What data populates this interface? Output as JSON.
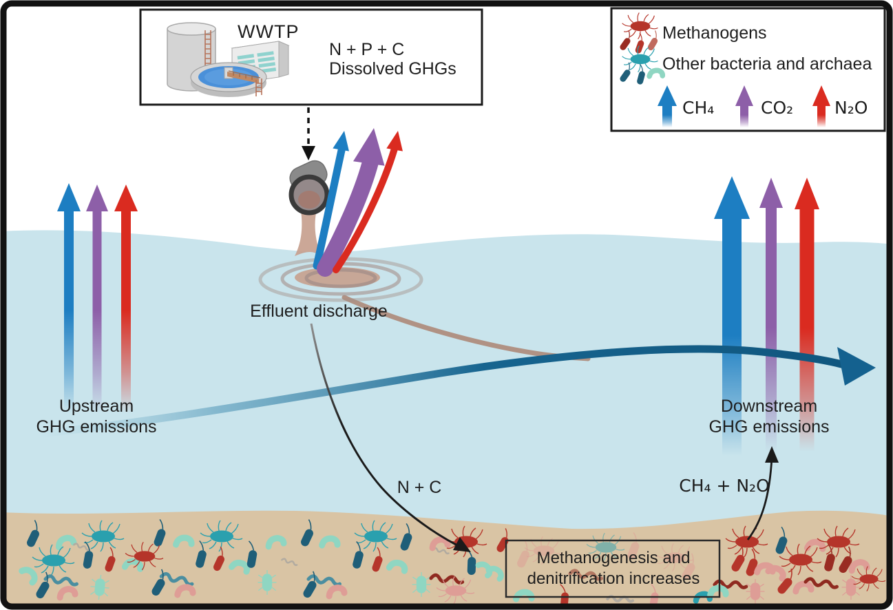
{
  "wwtp_box": {
    "title": "WWTP",
    "line1": "N + P + C",
    "line2": "Dissolved GHGs"
  },
  "legend": {
    "methanogens_label": "Methanogens",
    "other_label": "Other bacteria and archaea",
    "gases": [
      {
        "name": "CH₄",
        "color": "#1d7ec2"
      },
      {
        "name": "CO₂",
        "color": "#8d5fa8"
      },
      {
        "name": "N₂O",
        "color": "#da2b20"
      }
    ]
  },
  "scene_labels": {
    "effluent": "Effluent discharge",
    "upstream_1": "Upstream",
    "upstream_2": "GHG emissions",
    "downstream_1": "Downstream",
    "downstream_2": "GHG emissions",
    "n_c": "N + C",
    "ch4_n2o": "CH₄ + N₂O",
    "box_line1": "Methanogenesis and",
    "box_line2": "denitrification increases"
  },
  "colors": {
    "water": "#c9e4ec",
    "sediment": "#d9c4a4",
    "ch4_blue": "#1d7ec2",
    "co2_purple": "#8d5fa8",
    "n2o_red": "#da2b20",
    "river_flow": "#14618f",
    "effluent_plume": "#ab8472"
  },
  "bacteria_colors": {
    "navy": "#1f5e78",
    "teal": "#2aa0ae",
    "mint": "#8fd6c2",
    "steel": "#4a8ea0",
    "gray": "#b2aba0",
    "red": "#b5352a",
    "dred": "#992c22",
    "pink": "#de9d96",
    "rspiral": "#8f2a20"
  },
  "sediment_bacteria": [
    [
      "rod",
      48,
      782,
      -65,
      1,
      "navy"
    ],
    [
      "bean",
      95,
      790,
      15,
      1,
      "mint"
    ],
    [
      "flag",
      150,
      779,
      0,
      1,
      "teal"
    ],
    [
      "spiral",
      118,
      794,
      20,
      0.5,
      "gray"
    ],
    [
      "flag",
      78,
      814,
      0,
      1,
      "teal"
    ],
    [
      "rod",
      128,
      813,
      -80,
      1,
      "navy"
    ],
    [
      "rod",
      160,
      819,
      -70,
      0.9,
      "red"
    ],
    [
      "bean",
      192,
      823,
      40,
      1,
      "mint"
    ],
    [
      "bean",
      40,
      836,
      80,
      1,
      "mint"
    ],
    [
      "spiral",
      88,
      843,
      10,
      1,
      "steel"
    ],
    [
      "rod",
      62,
      857,
      -60,
      1,
      "navy"
    ],
    [
      "bean",
      97,
      864,
      20,
      1,
      "pink"
    ],
    [
      "spiky",
      145,
      853,
      5,
      0.9,
      "mint"
    ],
    [
      "rod",
      232,
      781,
      -70,
      1,
      "navy"
    ],
    [
      "bean",
      266,
      789,
      30,
      1,
      "mint"
    ],
    [
      "flag",
      322,
      779,
      0,
      1,
      "teal"
    ],
    [
      "flag",
      210,
      808,
      0,
      0.9,
      "red"
    ],
    [
      "rod",
      292,
      812,
      -75,
      1,
      "navy"
    ],
    [
      "rod",
      318,
      818,
      -65,
      0.9,
      "red"
    ],
    [
      "bean",
      347,
      825,
      50,
      1,
      "mint"
    ],
    [
      "spiral",
      256,
      841,
      15,
      1,
      "steel"
    ],
    [
      "rod",
      230,
      853,
      -60,
      1,
      "navy"
    ],
    [
      "bean",
      268,
      861,
      25,
      1,
      "pink"
    ],
    [
      "spiky",
      388,
      846,
      0,
      0.9,
      "mint"
    ],
    [
      "rod",
      366,
      812,
      -80,
      1,
      "navy"
    ],
    [
      "bean",
      400,
      790,
      20,
      1,
      "mint"
    ],
    [
      "spiral",
      420,
      816,
      20,
      0.5,
      "gray"
    ],
    [
      "rod",
      446,
      781,
      -65,
      1,
      "navy"
    ],
    [
      "bean",
      478,
      790,
      30,
      1,
      "mint"
    ],
    [
      "flag",
      546,
      779,
      0,
      1,
      "teal"
    ],
    [
      "rod",
      520,
      813,
      -75,
      1,
      "navy"
    ],
    [
      "rod",
      548,
      819,
      -70,
      0.9,
      "red"
    ],
    [
      "bean",
      576,
      825,
      45,
      1,
      "mint"
    ],
    [
      "spiral",
      470,
      843,
      10,
      1,
      "steel"
    ],
    [
      "rod",
      450,
      856,
      -60,
      1,
      "navy"
    ],
    [
      "bean",
      488,
      862,
      20,
      1,
      "pink"
    ],
    [
      "spiky",
      612,
      849,
      0,
      0.9,
      "mint"
    ],
    [
      "rod",
      590,
      787,
      -70,
      1,
      "navy"
    ],
    [
      "spiral",
      640,
      800,
      15,
      0.5,
      "gray"
    ],
    [
      "flag",
      677,
      787,
      0,
      1,
      "red"
    ],
    [
      "rod",
      685,
      822,
      -88,
      1,
      "navy"
    ],
    [
      "bean",
      702,
      827,
      80,
      0.9,
      "mint"
    ],
    [
      "bean",
      718,
      833,
      70,
      0.9,
      "mint"
    ],
    [
      "spiral",
      648,
      841,
      8,
      1,
      "rspiral"
    ],
    [
      "bean",
      638,
      792,
      20,
      1,
      "pink"
    ],
    [
      "rod",
      730,
      791,
      -60,
      0.9,
      "red"
    ],
    [
      "flag",
      662,
      858,
      0,
      0.9,
      "pink"
    ],
    [
      "flag",
      790,
      800,
      0,
      0.9,
      "pink",
      0.5
    ],
    [
      "rod",
      760,
      812,
      -65,
      1,
      "pink",
      0.5
    ],
    [
      "flag",
      880,
      795,
      0,
      0.9,
      "teal",
      0.5
    ],
    [
      "rod",
      920,
      800,
      -70,
      1,
      "pink",
      0.5
    ],
    [
      "flag",
      980,
      810,
      0,
      0.9,
      "pink",
      0.5
    ],
    [
      "spiral",
      850,
      835,
      10,
      1,
      "rspiral",
      0.5
    ],
    [
      "rod",
      1000,
      830,
      -60,
      1,
      "pink",
      0.5
    ],
    [
      "bean",
      760,
      868,
      30,
      1,
      "mint"
    ],
    [
      "rod",
      820,
      872,
      -85,
      0.9,
      "red"
    ],
    [
      "spiral",
      900,
      870,
      5,
      0.8,
      "gray"
    ],
    [
      "rod",
      950,
      872,
      -80,
      0.9,
      "pink"
    ],
    [
      "bean",
      1020,
      870,
      25,
      0.9,
      "teal"
    ],
    [
      "flag",
      1085,
      787,
      0,
      1,
      "red"
    ],
    [
      "rod",
      1135,
      792,
      -70,
      1,
      "navy"
    ],
    [
      "bean",
      1183,
      795,
      35,
      1,
      "pink"
    ],
    [
      "flag",
      1218,
      787,
      0,
      1,
      "red"
    ],
    [
      "rod",
      1072,
      818,
      -60,
      1,
      "red"
    ],
    [
      "rod",
      1092,
      824,
      -70,
      1,
      "red"
    ],
    [
      "bean",
      1110,
      829,
      30,
      1,
      "pink"
    ],
    [
      "bean",
      1126,
      833,
      60,
      1,
      "pink"
    ],
    [
      "flag",
      1163,
      813,
      0,
      1,
      "red"
    ],
    [
      "rod",
      1205,
      817,
      -75,
      1,
      "dred"
    ],
    [
      "rod",
      1228,
      820,
      -60,
      1,
      "dred"
    ],
    [
      "bean",
      1247,
      825,
      20,
      1,
      "pink"
    ],
    [
      "spiral",
      1060,
      849,
      5,
      1,
      "rspiral"
    ],
    [
      "bean",
      1042,
      862,
      30,
      1,
      "mint"
    ],
    [
      "spiky",
      1097,
      859,
      0,
      0.9,
      "pink"
    ],
    [
      "rod",
      1140,
      851,
      -50,
      1,
      "red"
    ],
    [
      "bean",
      1166,
      856,
      25,
      1,
      "pink"
    ],
    [
      "spiral",
      1192,
      847,
      10,
      1,
      "rspiral"
    ],
    [
      "spiky",
      1236,
      853,
      0,
      0.9,
      "pink"
    ],
    [
      "flag",
      1262,
      841,
      0,
      0.8,
      "red"
    ]
  ]
}
